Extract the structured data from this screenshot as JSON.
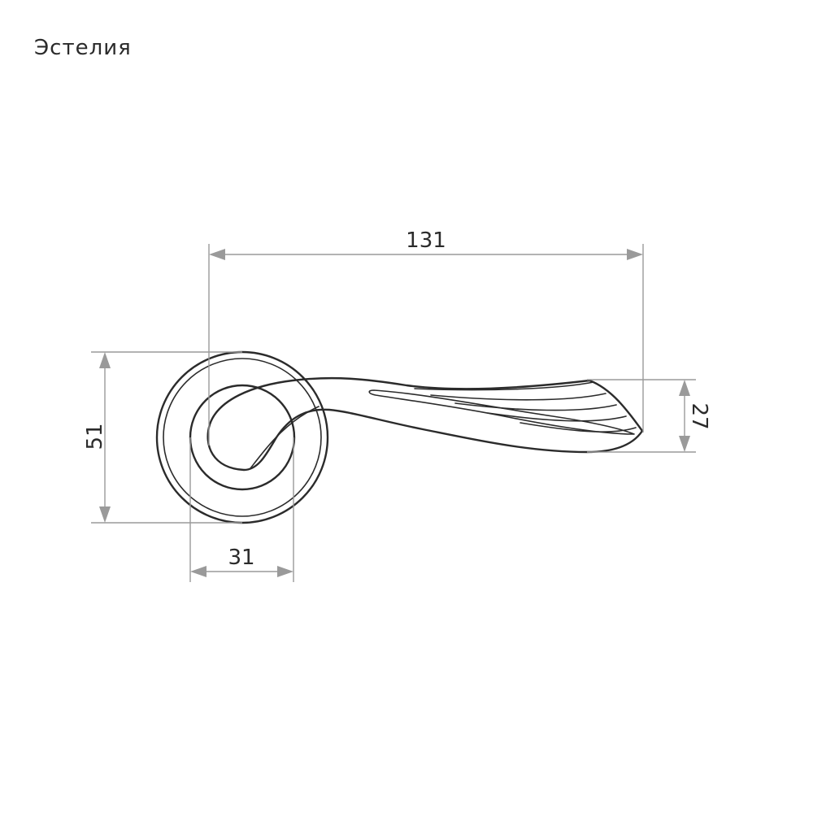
{
  "title": "Эстелия",
  "dimensions": {
    "length": "131",
    "rosette_diameter": "51",
    "rosette_inner": "31",
    "lever_height": "27"
  },
  "colors": {
    "outline": "#2b2b2b",
    "dimension_line": "#9a9a9a"
  }
}
